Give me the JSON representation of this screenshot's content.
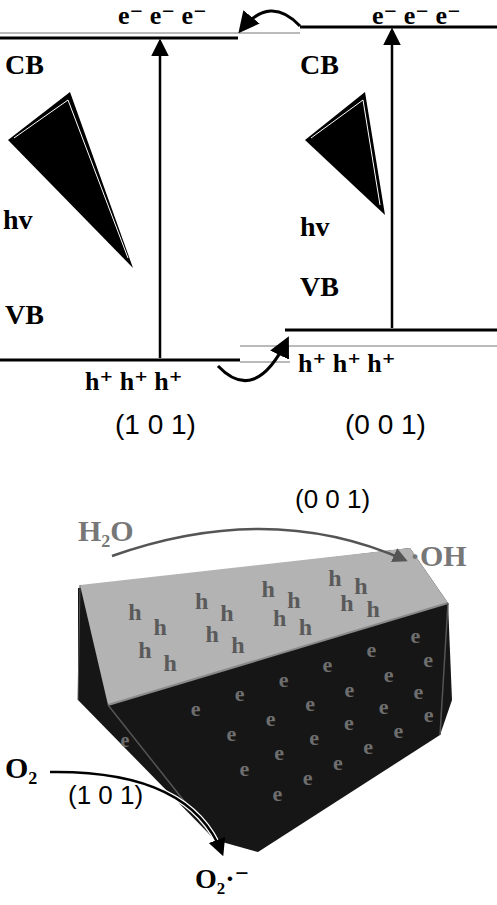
{
  "diagram": {
    "labels": [
      "e⁻ e⁻ e⁻",
      "e⁻ e⁻ e⁻",
      "CB",
      "CB",
      "hv",
      "hv",
      "VB",
      "VB",
      "h⁺ h⁺ h⁺",
      "h⁺ h⁺ h⁺",
      "(1 0 1)",
      "(0 0 1)",
      "(0 0 1)",
      "H₂O",
      "·OH",
      "O₂",
      "O₂·⁻",
      "(1 0 1)",
      "h",
      "h",
      "h",
      "h",
      "h",
      "h",
      "h",
      "h",
      "h",
      "h",
      "h",
      "h",
      "h",
      "h",
      "h",
      "h",
      "e",
      "e",
      "e",
      "e",
      "e",
      "e",
      "e",
      "e",
      "e",
      "e",
      "e",
      "e",
      "e",
      "e",
      "e",
      "e",
      "e",
      "e",
      "e",
      "e",
      "e",
      "e",
      "e",
      "e",
      "e"
    ]
  }
}
